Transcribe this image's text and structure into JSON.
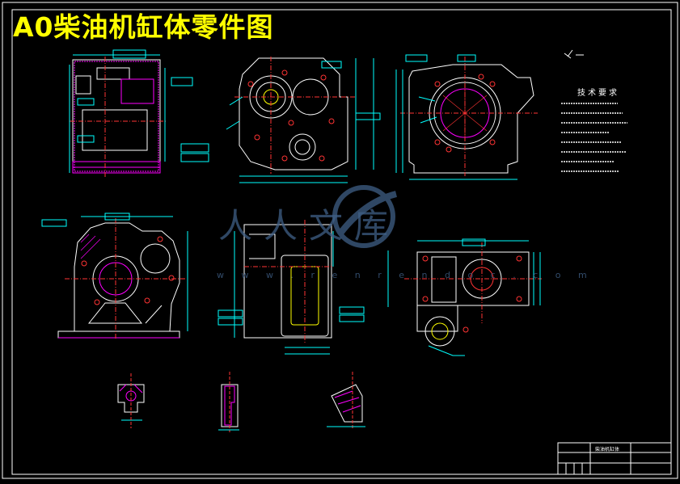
{
  "title": "A0柴油机缸体零件图",
  "tech_requirements": {
    "heading": "技术要求",
    "notes": [
      "",
      "",
      "",
      "",
      "",
      "",
      "",
      ""
    ]
  },
  "watermark": {
    "brand": "人人文库",
    "url": "w w w . r e n r e n d o c . c o m"
  },
  "title_block": {
    "part_name": "柴油机缸体",
    "scale": "",
    "school": ""
  },
  "colors": {
    "background": "#000000",
    "outline": "#ffffff",
    "dimension": "#00ffff",
    "centerline": "#ff3333",
    "hatch": "#ff00ff",
    "feature": "#ffff00",
    "title": "#ffff00",
    "watermark": "#3f5f86"
  }
}
